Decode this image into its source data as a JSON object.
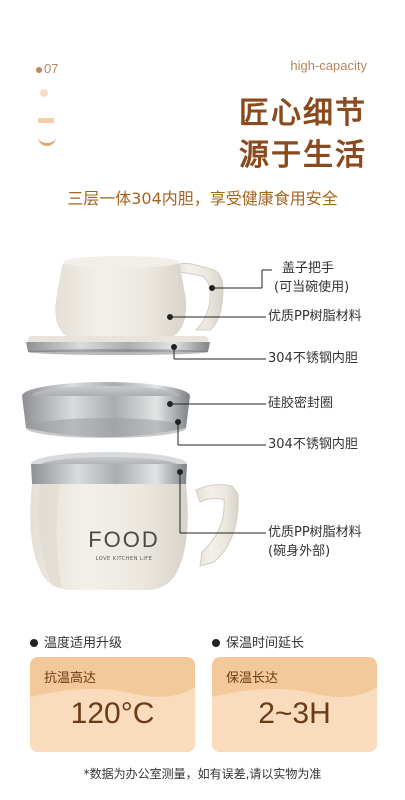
{
  "header": {
    "page_number": "07",
    "tagline": "high-capacity",
    "title_line1": "匠心细节",
    "title_line2": "源于生活",
    "subtitle": "三层一体304内胆，享受健康食用安全"
  },
  "product": {
    "logo_text": "FOOD",
    "logo_subtext": "LOVE KITCHEN LIFE"
  },
  "callouts": [
    {
      "text": "盖子把手"
    },
    {
      "text": "(可当碗使用)"
    },
    {
      "text": "优质PP树脂材料"
    },
    {
      "text": "304不锈钢内胆"
    },
    {
      "text": "硅胶密封圈"
    },
    {
      "text": "304不锈钢内胆"
    },
    {
      "text": "优质PP树脂材料"
    },
    {
      "text": "(碗身外部)"
    }
  ],
  "features": [
    {
      "heading": "温度适用升级",
      "label": "抗温高达",
      "value": "120°C"
    },
    {
      "heading": "保温时间延长",
      "label": "保温长达",
      "value": "2~3H"
    }
  ],
  "footnote": "*数据为办公室测量，如有误差,请以实物为准",
  "colors": {
    "accent_brown": "#8b4a1d",
    "subtitle_brown": "#a5641f",
    "card_peach": "#f3c89a",
    "card_light": "#f8dcbd",
    "cream": "#eeeae2"
  }
}
